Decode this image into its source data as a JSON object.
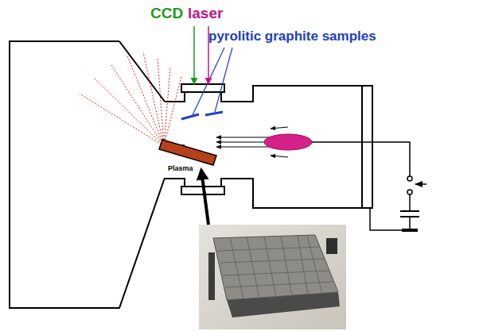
{
  "diagram": {
    "labels": [
      "CCD",
      "laser",
      "pyrolitic graphite samples",
      "Plasma"
    ]
  }
}
